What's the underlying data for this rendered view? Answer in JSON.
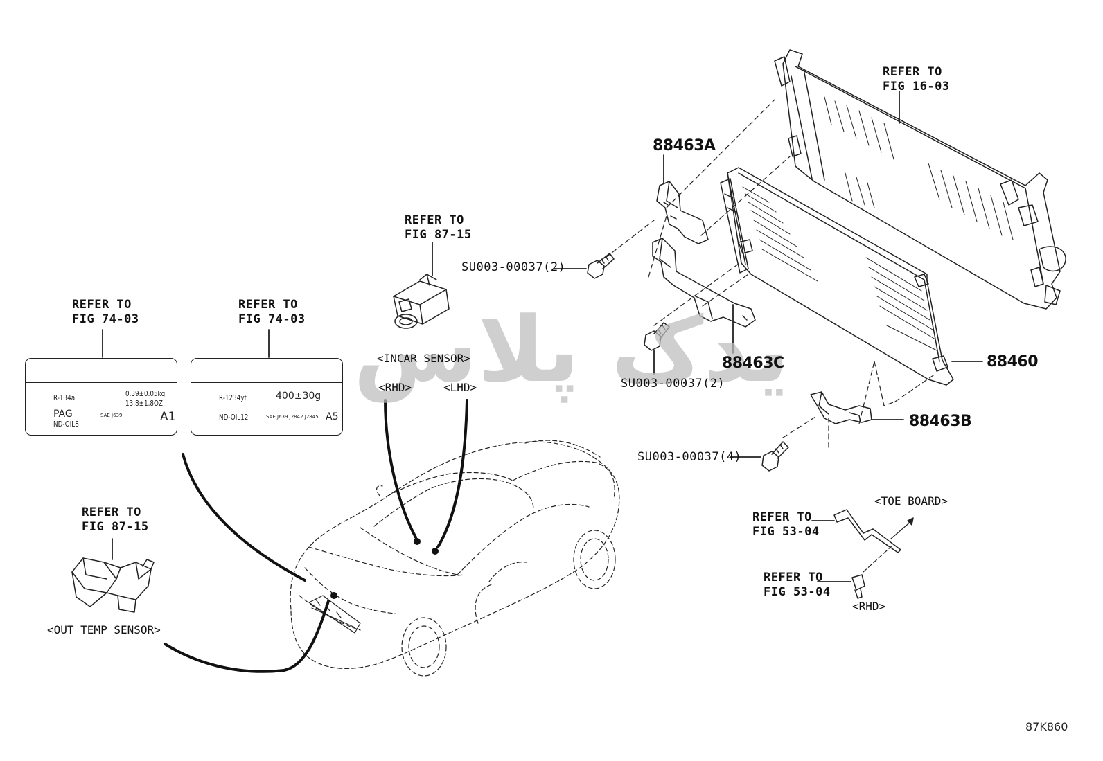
{
  "refs": {
    "label_left": [
      "REFER TO",
      "FIG 74-03"
    ],
    "label_mid": [
      "REFER TO",
      "FIG 74-03"
    ],
    "incar": [
      "REFER TO",
      "FIG 87-15"
    ],
    "outtemp": [
      "REFER TO",
      "FIG 87-15"
    ],
    "radiator": [
      "REFER TO",
      "FIG 16-03"
    ],
    "toeboard": [
      "REFER TO",
      "FIG 53-04"
    ],
    "clip": [
      "REFER TO",
      "FIG 53-04"
    ]
  },
  "tags": {
    "incar_sensor": "<INCAR SENSOR>",
    "rhd": "<RHD>",
    "lhd": "<LHD>",
    "out_temp_sensor": "<OUT TEMP SENSOR>",
    "toe_board": "<TOE BOARD>",
    "clip_rhd": "<RHD>"
  },
  "parts": {
    "p88463a": "88463A",
    "p88463c": "88463C",
    "p88460": "88460",
    "p88463b": "88463B",
    "bolt_top": "SU003-00037(2)",
    "bolt_mid": "SU003-00037(2)",
    "bolt_low": "SU003-00037(4)"
  },
  "label_cards": {
    "left": {
      "refrigerant": "R-134a",
      "amount_kg": "0.39±0.05kg",
      "amount_oz": "13.8±1.8OZ",
      "oil_type": "PAG",
      "oil_name": "ND-OIL8",
      "code": "A1",
      "small": "SAE J639"
    },
    "right": {
      "refrigerant": "R-1234yf",
      "amount": "400±30g",
      "oil_name": "ND-OIL12",
      "code": "A5",
      "small": "SAE J639 J2842 J2845"
    }
  },
  "footer": {
    "figure_id": "87K860"
  },
  "watermark": {
    "text": "یدک پلاس",
    "color": "#b4b4b4"
  }
}
